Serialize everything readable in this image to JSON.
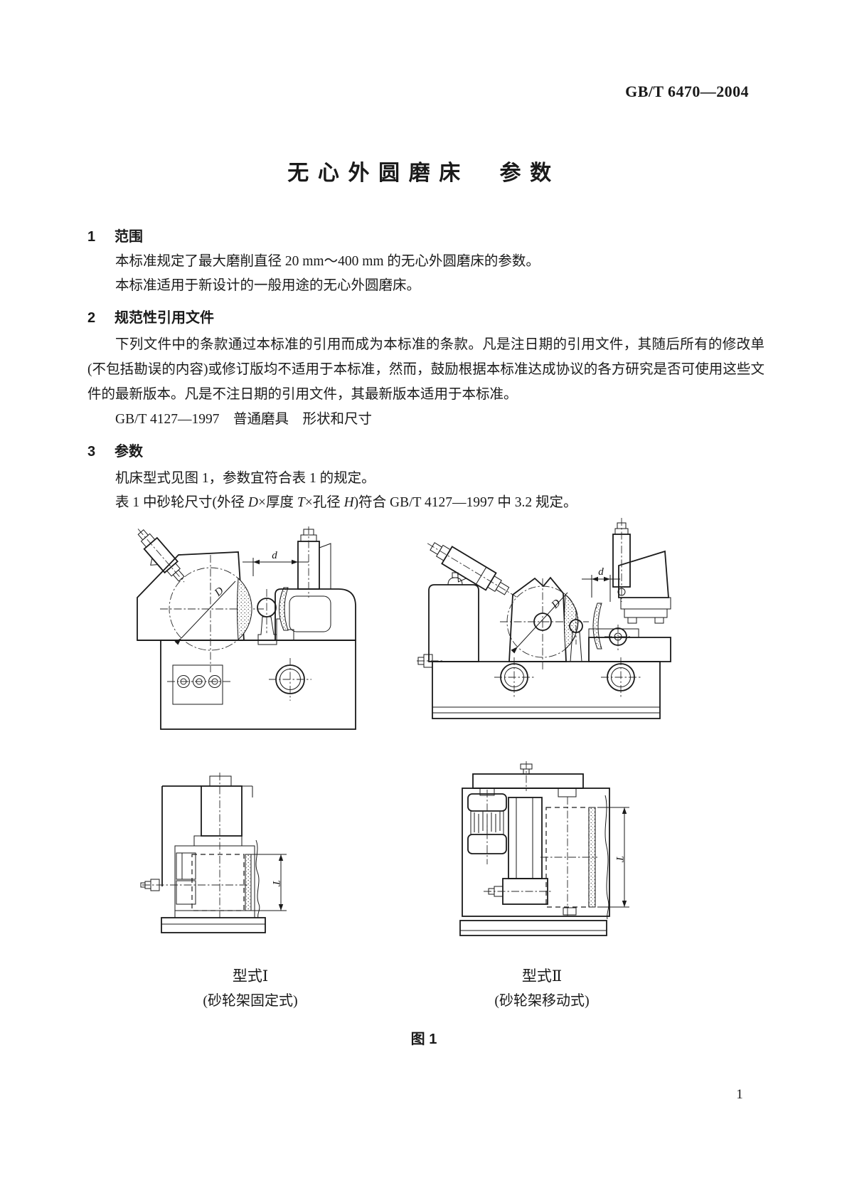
{
  "header": {
    "standard_code": "GB/T 6470—2004"
  },
  "title": "无心外圆磨床　参数",
  "sections": [
    {
      "number": "1",
      "heading": "范围",
      "paragraphs": [
        "本标准规定了最大磨削直径 20 mm～400 mm 的无心外圆磨床的参数。",
        "本标准适用于新设计的一般用途的无心外圆磨床。"
      ]
    },
    {
      "number": "2",
      "heading": "规范性引用文件",
      "paragraphs": [
        "下列文件中的条款通过本标准的引用而成为本标准的条款。凡是注日期的引用文件，其随后所有的修改单(不包括勘误的内容)或修订版均不适用于本标准，然而，鼓励根据本标准达成协议的各方研究是否可使用这些文件的最新版本。凡是不注日期的引用文件，其最新版本适用于本标准。"
      ],
      "reference": "GB/T 4127—1997　普通磨具　形状和尺寸"
    },
    {
      "number": "3",
      "heading": "参数",
      "paragraphs": [
        "机床型式见图 1，参数宜符合表 1 的规定。"
      ],
      "p2": [
        "表 1 中砂轮尺寸(外径 ",
        "D",
        "×厚度 ",
        "T",
        "×孔径 ",
        "H",
        ")符合 GB/T 4127—1997 中 3.2 规定。"
      ]
    }
  ],
  "figure": {
    "caption": "图 1",
    "types": [
      {
        "label": "型式Ⅰ",
        "sublabel": "(砂轮架固定式)"
      },
      {
        "label": "型式Ⅱ",
        "sublabel": "(砂轮架移动式)"
      }
    ],
    "dims": {
      "d": "d",
      "D": "D",
      "T": "T"
    }
  },
  "page_number": "1"
}
